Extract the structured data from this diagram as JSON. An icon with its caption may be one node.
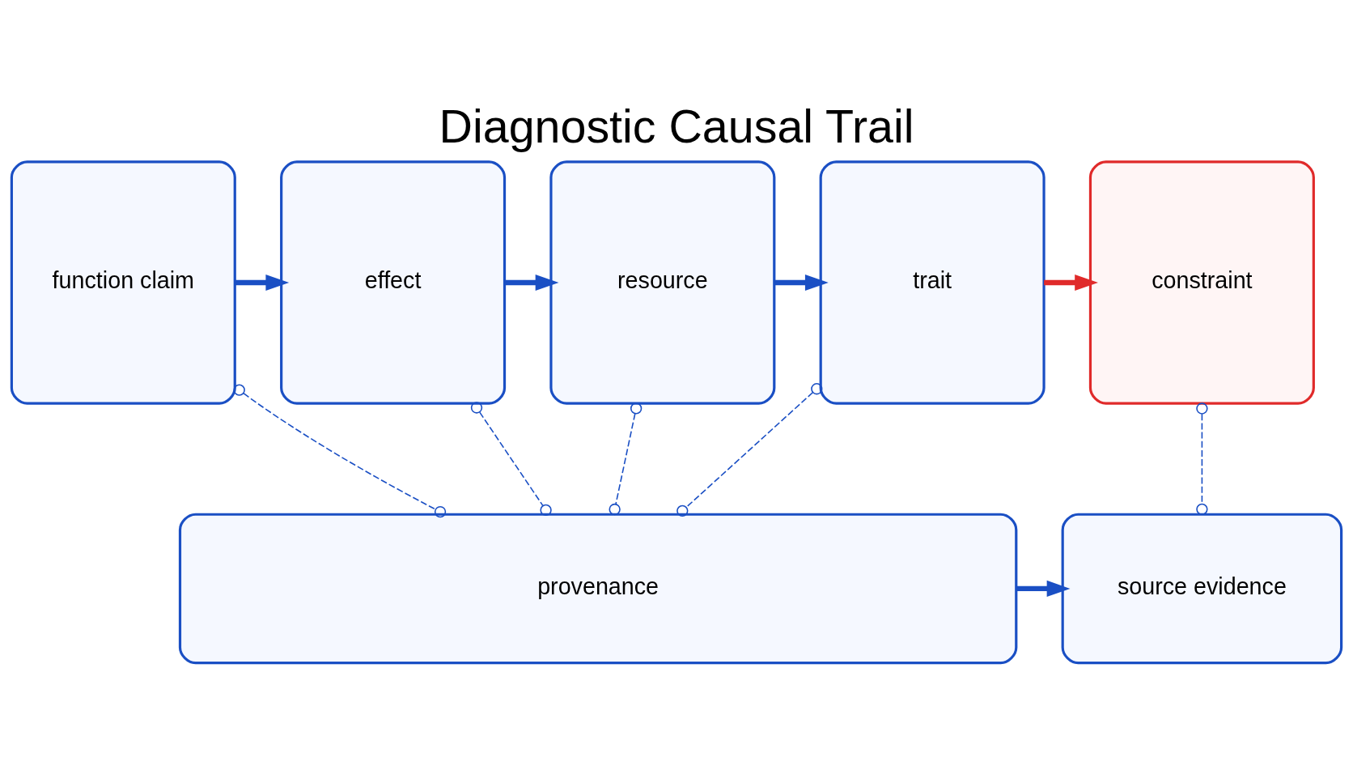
{
  "diagram": {
    "title": "Diagnostic Causal Trail",
    "nodes": [
      {
        "text": [
          "function claim"
        ]
      },
      {
        "text": [
          "effect"
        ]
      },
      {
        "text": [
          "resource"
        ]
      },
      {
        "text": [
          "trait"
        ]
      },
      {
        "text": [
          "constraint"
        ]
      },
      {
        "text": [
          "provenance"
        ]
      },
      {
        "text": [
          "source evidence"
        ]
      }
    ],
    "edges": [
      {
        "from": 0,
        "to": 1,
        "arrow": "to",
        "style": "thick"
      },
      {
        "from": 1,
        "to": 2,
        "arrow": "to",
        "style": "thick"
      },
      {
        "from": 2,
        "to": 3,
        "arrow": "to",
        "style": "thick"
      },
      {
        "from": 3,
        "to": 4,
        "arrow": "to",
        "style": "thick",
        "color": "#e02a2a"
      },
      {
        "from": 0,
        "to": 5,
        "arrow": "other",
        "style": "dashed"
      },
      {
        "from": 1,
        "to": 5,
        "arrow": "other",
        "style": "dashed"
      },
      {
        "from": 2,
        "to": 5,
        "arrow": "other",
        "style": "dashed"
      },
      {
        "from": 3,
        "to": 5,
        "arrow": "other",
        "style": "dashed"
      },
      {
        "from": 4,
        "to": 6,
        "arrow": "other",
        "style": "dashed"
      },
      {
        "from": 5,
        "to": 6,
        "arrow": "to",
        "style": "thick"
      }
    ]
  }
}
